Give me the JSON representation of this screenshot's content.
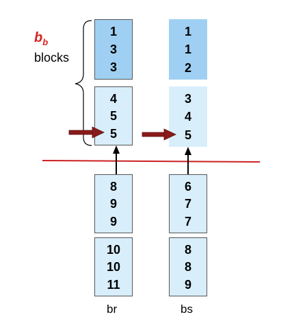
{
  "label": {
    "b": "b",
    "sub": "b",
    "blocks": "blocks"
  },
  "columns": {
    "br": {
      "name": "br",
      "blocks": [
        [
          "1",
          "3",
          "3"
        ],
        [
          "4",
          "5",
          "5"
        ],
        [
          "8",
          "9",
          "9"
        ],
        [
          "10",
          "10",
          "11"
        ]
      ]
    },
    "bs": {
      "name": "bs",
      "blocks": [
        [
          "1",
          "1",
          "2"
        ],
        [
          "3",
          "4",
          "5"
        ],
        [
          "6",
          "7",
          "7"
        ],
        [
          "8",
          "8",
          "9"
        ]
      ]
    }
  },
  "colors": {
    "dark_block": "#9fd0f3",
    "light_block": "#d8eefb",
    "divider": "#cc2020",
    "arrow": "#8b1a1a"
  }
}
